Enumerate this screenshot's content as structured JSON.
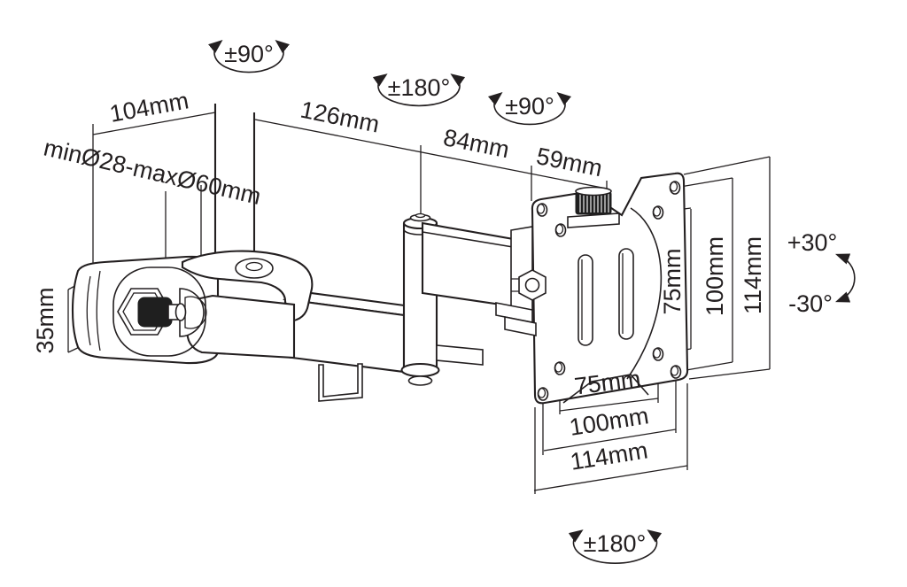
{
  "diagram": {
    "title": "Pole mount monitor arm dimension drawing",
    "background": "#ffffff",
    "line_color": "#231f20",
    "rotations": {
      "swivel_clamp": "±90°",
      "swivel_elbow": "±180°",
      "swivel_plate": "±90°",
      "rotate_plate": "±180°",
      "tilt_up": "+30°",
      "tilt_down": "-30°"
    },
    "dimensions": {
      "clamp_offset": "104mm",
      "pole_diameter": "minØ28-maxØ60mm",
      "arm_lower": "126mm",
      "arm_upper": "84mm",
      "plate_depth": "59mm",
      "clamp_height": "35mm",
      "vesa_v_75": "75mm",
      "vesa_v_100": "100mm",
      "vesa_v_114": "114mm",
      "vesa_h_75": "75mm",
      "vesa_h_100": "100mm",
      "vesa_h_114": "114mm"
    }
  }
}
